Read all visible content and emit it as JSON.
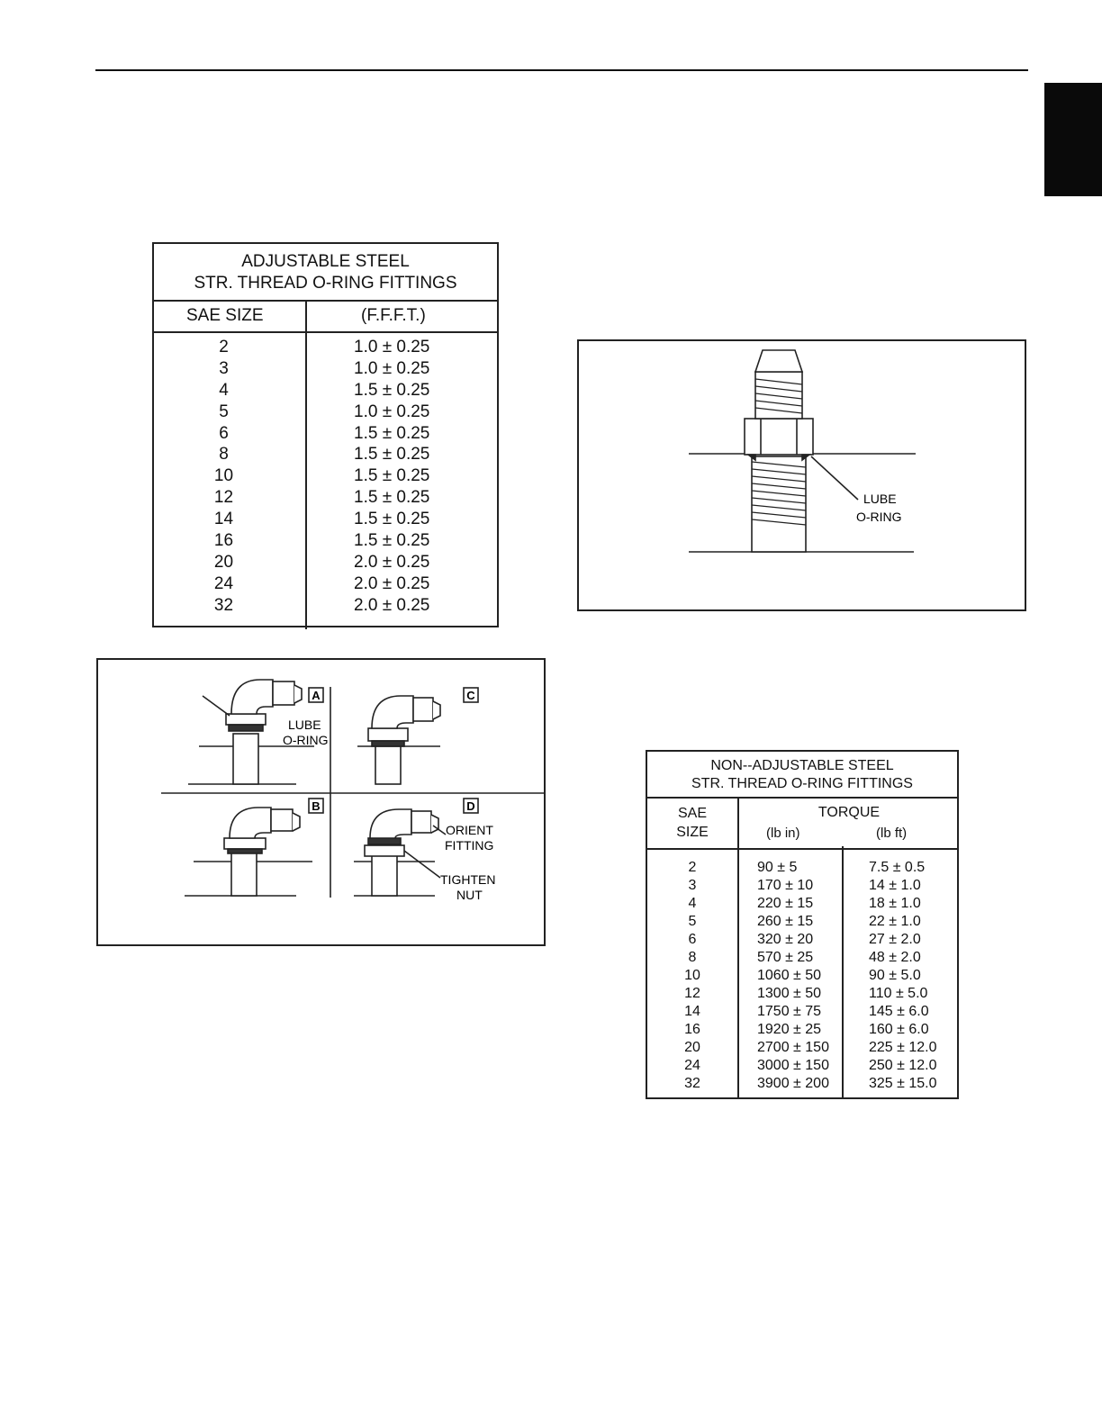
{
  "adjustable_table": {
    "title_line1": "ADJUSTABLE STEEL",
    "title_line2": "STR. THREAD O-RING FITTINGS",
    "col_size": "SAE SIZE",
    "col_value": "(F.F.F.T.)",
    "rows": [
      {
        "size": "2",
        "value": "1.0  ± 0.25"
      },
      {
        "size": "3",
        "value": "1.0  ± 0.25"
      },
      {
        "size": "4",
        "value": "1.5  ± 0.25"
      },
      {
        "size": "5",
        "value": "1.0  ± 0.25"
      },
      {
        "size": "6",
        "value": "1.5  ± 0.25"
      },
      {
        "size": "8",
        "value": "1.5  ± 0.25"
      },
      {
        "size": "10",
        "value": "1.5  ± 0.25"
      },
      {
        "size": "12",
        "value": "1.5  ± 0.25"
      },
      {
        "size": "14",
        "value": "1.5  ± 0.25"
      },
      {
        "size": "16",
        "value": "1.5  ± 0.25"
      },
      {
        "size": "20",
        "value": "2.0  ± 0.25"
      },
      {
        "size": "24",
        "value": "2.0  ± 0.25"
      },
      {
        "size": "32",
        "value": "2.0  ± 0.25"
      }
    ]
  },
  "figure_steps": {
    "label_a": "A",
    "label_b": "B",
    "label_c": "C",
    "label_d": "D",
    "lube_line1": "LUBE",
    "lube_line2": "O-RING",
    "orient_line1": "ORIENT",
    "orient_line2": "FITTING",
    "tighten_line1": "TIGHTEN",
    "tighten_line2": "NUT"
  },
  "figure_nonadjustable": {
    "lube_line1": "LUBE",
    "lube_line2": "O-RING"
  },
  "nonadjustable_table": {
    "title_line1": "NON--ADJUSTABLE STEEL",
    "title_line2": "STR. THREAD O-RING FITTINGS",
    "col_sae": "SAE",
    "col_size": "SIZE",
    "col_torque": "TORQUE",
    "col_lbin": "(lb in)",
    "col_lbft": "(lb ft)",
    "rows": [
      {
        "size": "2",
        "lbin": "90  ± 5",
        "lbft": "7.5  ± 0.5"
      },
      {
        "size": "3",
        "lbin": "170  ± 10",
        "lbft": "14  ± 1.0"
      },
      {
        "size": "4",
        "lbin": "220  ± 15",
        "lbft": "18  ± 1.0"
      },
      {
        "size": "5",
        "lbin": "260  ± 15",
        "lbft": "22  ± 1.0"
      },
      {
        "size": "6",
        "lbin": "320  ± 20",
        "lbft": "27  ± 2.0"
      },
      {
        "size": "8",
        "lbin": "570  ± 25",
        "lbft": "48  ± 2.0"
      },
      {
        "size": "10",
        "lbin": "1060  ± 50",
        "lbft": "90  ± 5.0"
      },
      {
        "size": "12",
        "lbin": "1300  ± 50",
        "lbft": "110  ± 5.0"
      },
      {
        "size": "14",
        "lbin": "1750  ± 75",
        "lbft": "145  ± 6.0"
      },
      {
        "size": "16",
        "lbin": "1920  ± 25",
        "lbft": "160  ± 6.0"
      },
      {
        "size": "20",
        "lbin": "2700  ± 150",
        "lbft": "225  ± 12.0"
      },
      {
        "size": "24",
        "lbin": "3000  ± 150",
        "lbft": "250  ± 12.0"
      },
      {
        "size": "32",
        "lbin": "3900  ± 200",
        "lbft": "325  ± 15.0"
      }
    ]
  }
}
